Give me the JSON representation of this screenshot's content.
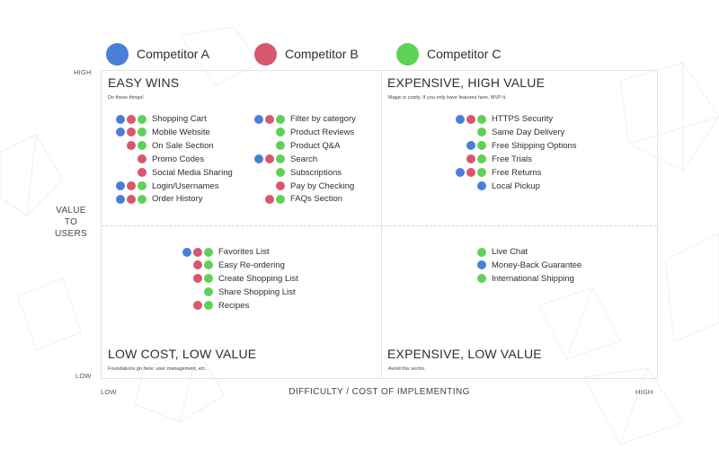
{
  "colors": {
    "a": "#4a7fd8",
    "b": "#d9566f",
    "c": "#5fd157"
  },
  "legend": [
    {
      "key": "a",
      "label": "Competitor A"
    },
    {
      "key": "b",
      "label": "Competitor B"
    },
    {
      "key": "c",
      "label": "Competitor C"
    }
  ],
  "axis": {
    "y_high": "HIGH",
    "y_low": "LOW",
    "y_title": [
      "VALUE",
      "TO",
      "USERS"
    ],
    "x_low": "LOW",
    "x_high": "HIGH",
    "x_title": "DIFFICULTY / COST OF IMPLEMENTING"
  },
  "quadrants": [
    {
      "id": "easy-wins",
      "title": "EASY WINS",
      "subtitle": "Do these things!",
      "columns": [
        [
          {
            "label": "Shopping Cart",
            "competitors": [
              "a",
              "b",
              "c"
            ]
          },
          {
            "label": "Mobile Website",
            "competitors": [
              "a",
              "b",
              "c"
            ]
          },
          {
            "label": "On Sale Section",
            "competitors": [
              "b",
              "c"
            ]
          },
          {
            "label": "Promo Codes",
            "competitors": [
              "b"
            ]
          },
          {
            "label": "Social Media Sharing",
            "competitors": [
              "b"
            ]
          },
          {
            "label": "Login/Usernames",
            "competitors": [
              "a",
              "b",
              "c"
            ]
          },
          {
            "label": "Order History",
            "competitors": [
              "a",
              "b",
              "c"
            ]
          }
        ],
        [
          {
            "label": "Filter by category",
            "competitors": [
              "a",
              "b",
              "c"
            ]
          },
          {
            "label": "Product Reviews",
            "competitors": [
              "c"
            ]
          },
          {
            "label": "Product Q&A",
            "competitors": [
              "c"
            ]
          },
          {
            "label": "Search",
            "competitors": [
              "a",
              "b",
              "c"
            ]
          },
          {
            "label": "Subscriptions",
            "competitors": [
              "c"
            ]
          },
          {
            "label": "Pay by Checking",
            "competitors": [
              "b"
            ]
          },
          {
            "label": "FAQs Section",
            "competitors": [
              "b",
              "c"
            ]
          }
        ]
      ]
    },
    {
      "id": "expensive-high-value",
      "title": "EXPENSIVE, HIGH VALUE",
      "subtitle": "Magic is costly. If you only have features here, MVP it.",
      "columns": [
        [
          {
            "label": "HTTPS Security",
            "competitors": [
              "a",
              "b",
              "c"
            ]
          },
          {
            "label": "Same Day Delivery",
            "competitors": [
              "c"
            ]
          },
          {
            "label": "Free Shipping Options",
            "competitors": [
              "a",
              "c"
            ]
          },
          {
            "label": "Free Trials",
            "competitors": [
              "b",
              "c"
            ]
          },
          {
            "label": "Free Returns",
            "competitors": [
              "a",
              "b",
              "c"
            ]
          },
          {
            "label": "Local Pickup",
            "competitors": [
              "a"
            ]
          }
        ]
      ]
    },
    {
      "id": "low-cost-low-value",
      "title": "LOW COST, LOW VALUE",
      "subtitle": "Foundations go here: user management, etc.",
      "columns": [
        [
          {
            "label": "Favorites List",
            "competitors": [
              "a",
              "b",
              "c"
            ]
          },
          {
            "label": "Easy Re-ordering",
            "competitors": [
              "b",
              "c"
            ]
          },
          {
            "label": "Create Shopping List",
            "competitors": [
              "b",
              "c"
            ]
          },
          {
            "label": "Share Shopping List",
            "competitors": [
              "c"
            ]
          },
          {
            "label": "Recipes",
            "competitors": [
              "b",
              "c"
            ]
          }
        ]
      ]
    },
    {
      "id": "expensive-low-value",
      "title": "EXPENSIVE, LOW VALUE",
      "subtitle": "Avoid this sector.",
      "columns": [
        [
          {
            "label": "Live Chat",
            "competitors": [
              "c"
            ]
          },
          {
            "label": "Money-Back Guarantee",
            "competitors": [
              "a"
            ]
          },
          {
            "label": "International Shipping",
            "competitors": [
              "c"
            ]
          }
        ]
      ]
    }
  ]
}
